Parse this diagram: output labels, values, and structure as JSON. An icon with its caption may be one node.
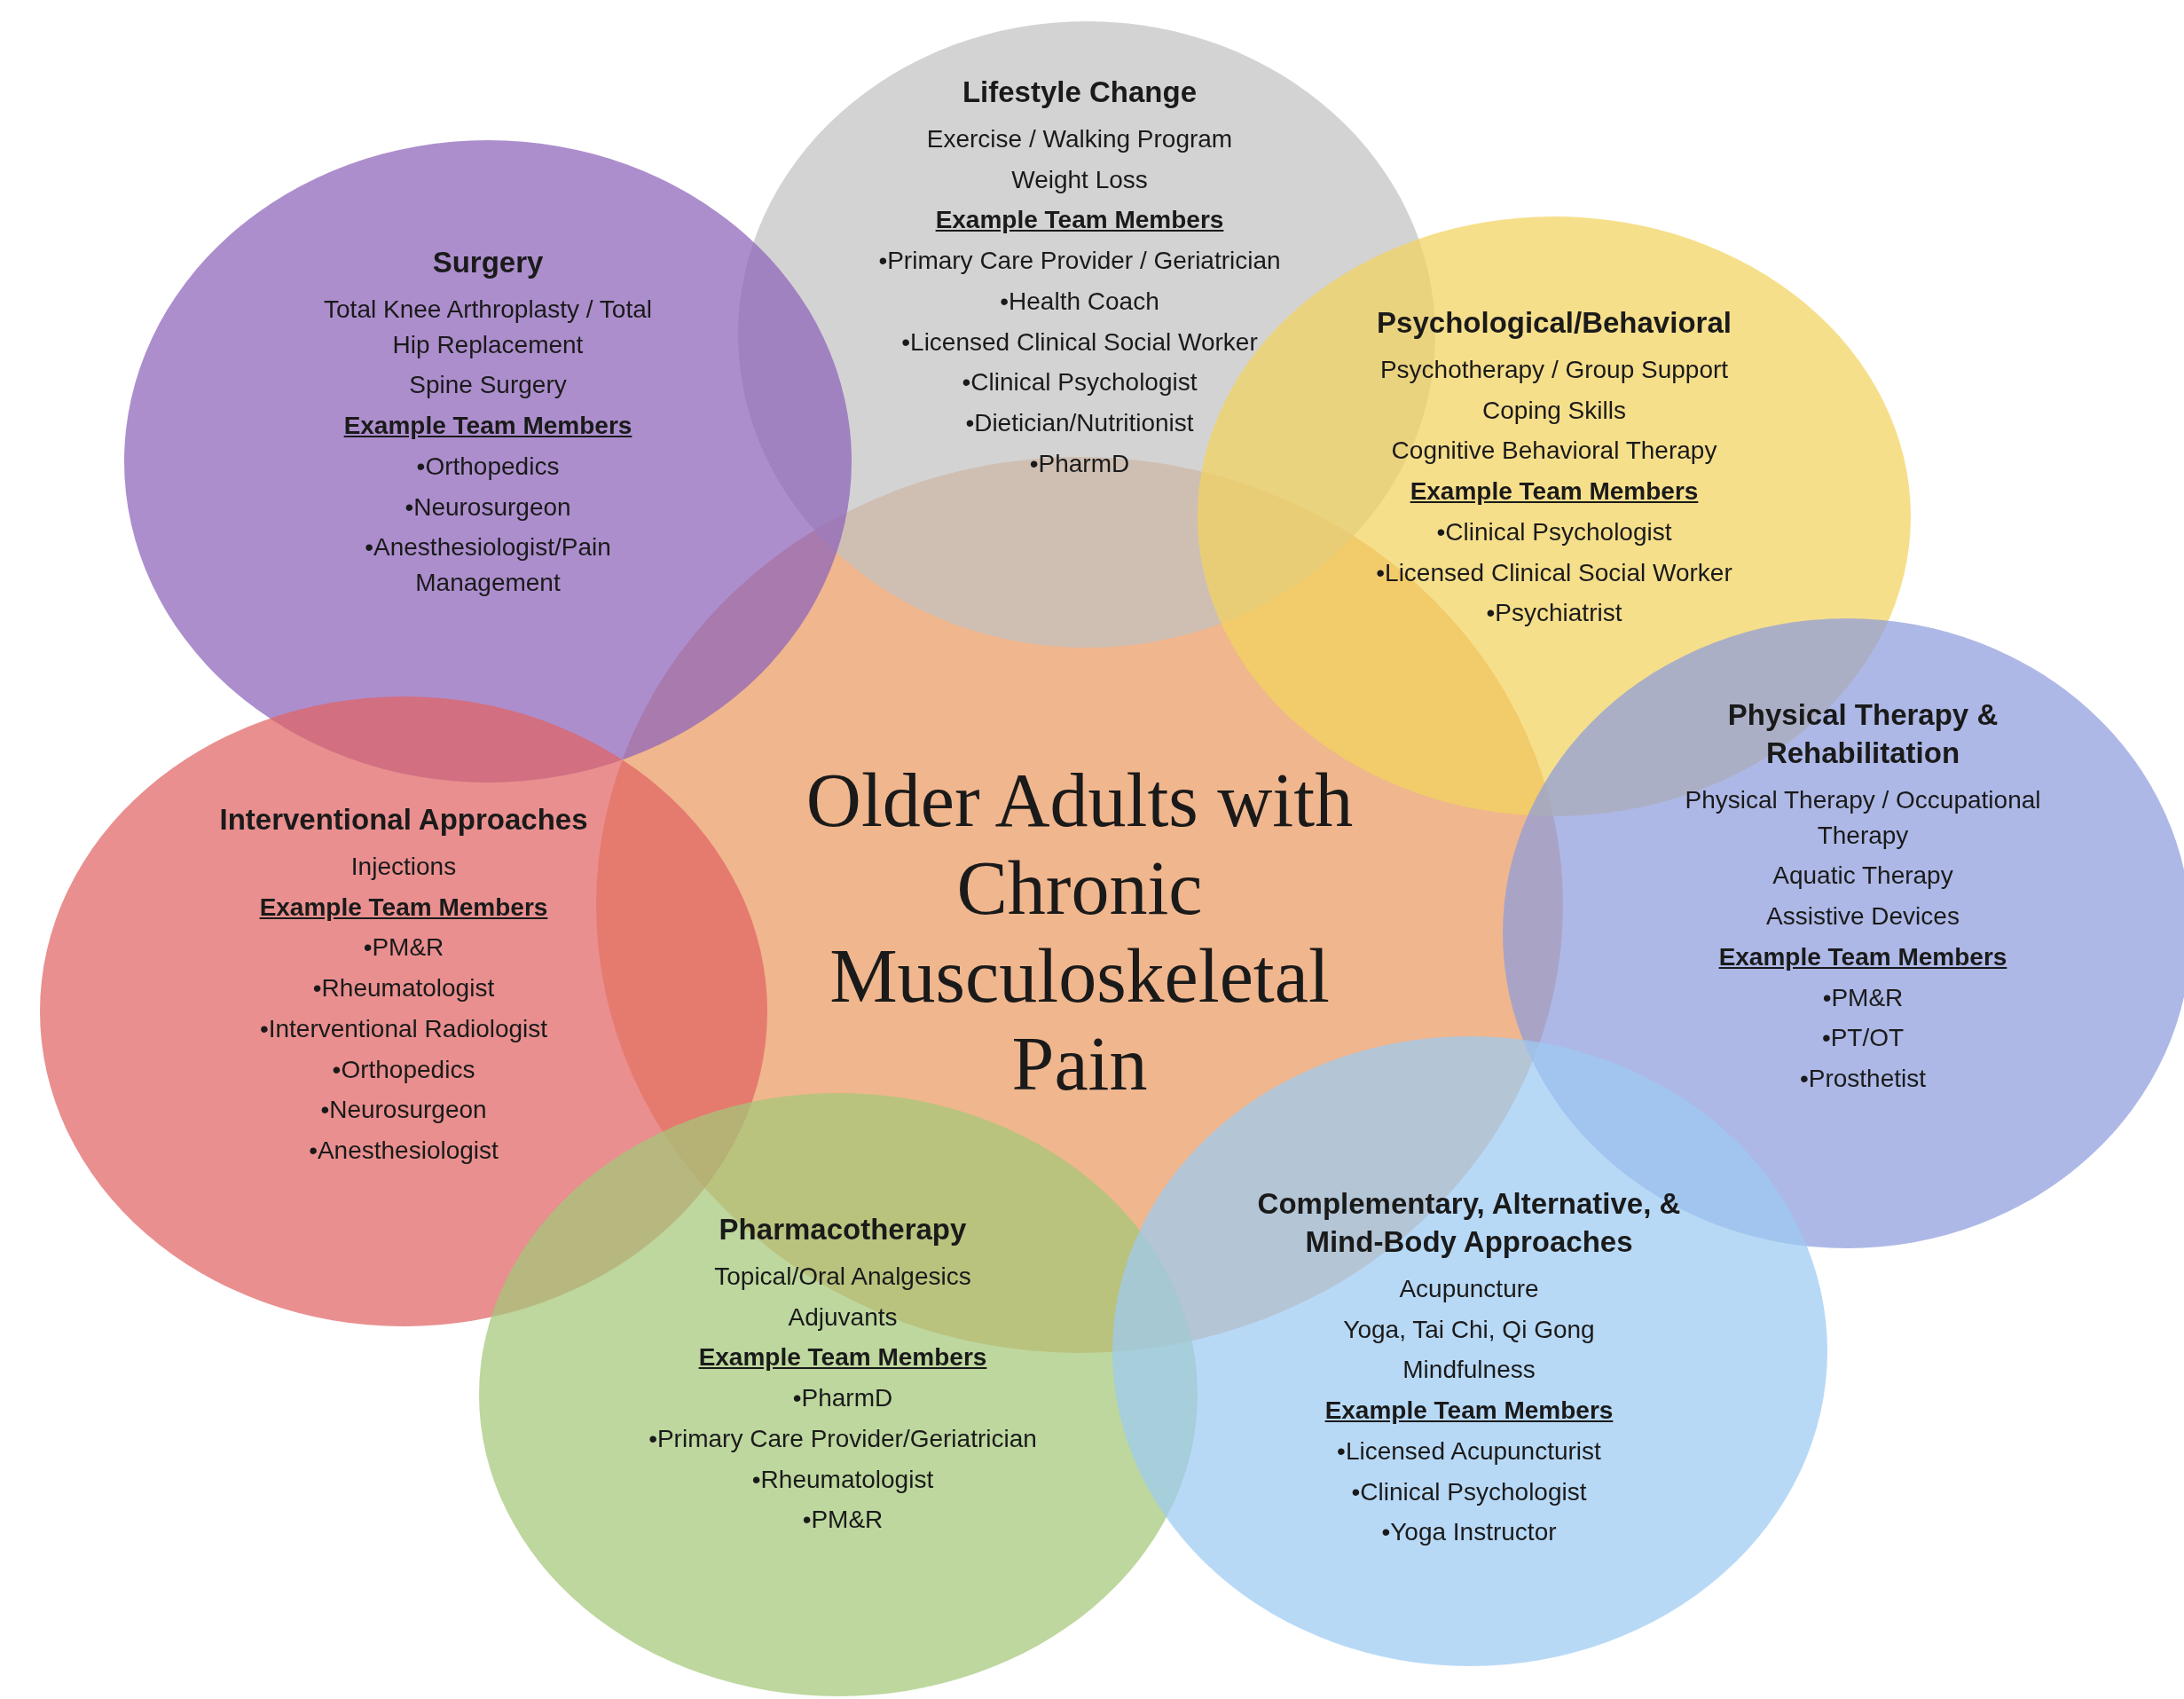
{
  "diagram": {
    "nodes": [
      {
        "text": [
          "Older Adults with Chronic Musculoskeletal Pain"
        ]
      },
      {
        "text": [
          "Lifestyle Change",
          "Exercise / Walking Program",
          "Weight Loss",
          "Example Team Members",
          "•Primary Care Provider / Geriatrician",
          "•Health Coach",
          "•Licensed Clinical Social Worker",
          "•Clinical Psychologist",
          "•Dietician/Nutritionist",
          "•PharmD"
        ]
      },
      {
        "text": [
          "Surgery",
          "Total Knee Arthroplasty / Total Hip Replacement",
          "Spine Surgery",
          "Example Team Members",
          "•Orthopedics",
          "•Neurosurgeon",
          "•Anesthesiologist/Pain Management"
        ]
      },
      {
        "text": [
          "Psychological/Behavioral",
          "Psychotherapy / Group Support",
          "Coping Skills",
          "Cognitive Behavioral Therapy",
          "Example Team Members",
          "•Clinical Psychologist",
          "•Licensed Clinical Social Worker",
          "•Psychiatrist"
        ]
      },
      {
        "text": [
          "Physical Therapy & Rehabilitation",
          "Physical Therapy / Occupational Therapy",
          "Aquatic Therapy",
          "Assistive Devices",
          "Example Team Members",
          "•PM&R",
          "•PT/OT",
          "•Prosthetist"
        ]
      },
      {
        "text": [
          "Interventional Approaches",
          "Injections",
          "Example Team Members",
          "•PM&R",
          "•Rheumatologist",
          "•Interventional Radiologist",
          "•Orthopedics",
          "•Neurosurgeon",
          "•Anesthesiologist"
        ]
      },
      {
        "text": [
          "Pharmacotherapy",
          "Topical/Oral Analgesics",
          "Adjuvants",
          "Example Team Members",
          "•PharmD",
          "•Primary Care Provider/Geriatrician",
          "•Rheumatologist",
          "•PM&R"
        ]
      },
      {
        "text": [
          "Complementary, Alternative, & Mind-Body Approaches",
          "Acupuncture",
          "Yoga, Tai Chi, Qi Gong",
          "Mindfulness",
          "Example Team Members",
          "•Licensed Acupuncturist",
          "•Clinical Psychologist",
          "•Yoga Instructor"
        ]
      }
    ]
  }
}
